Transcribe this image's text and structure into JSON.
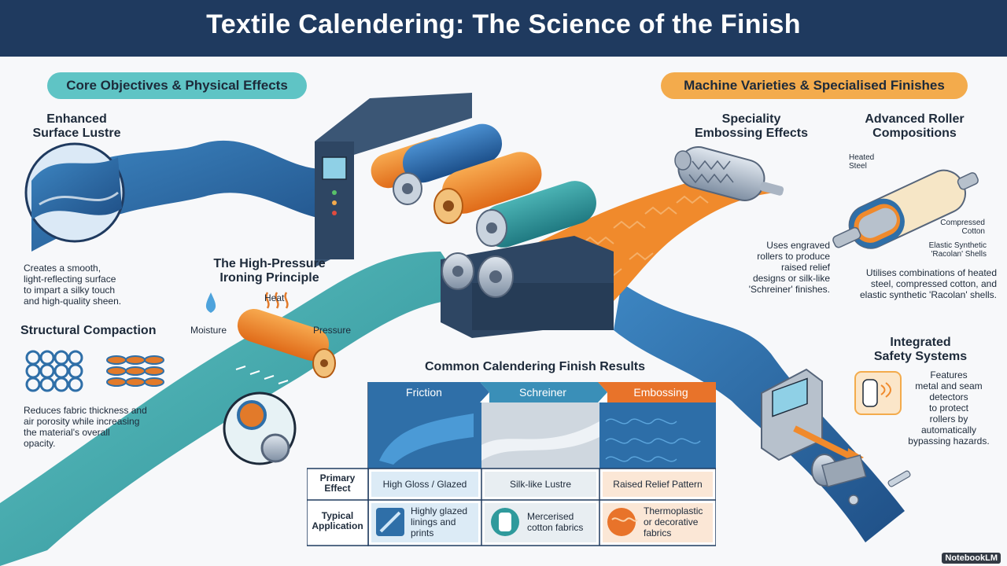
{
  "title": "Textile Calendering: The Science of the Finish",
  "left_pill": "Core Objectives & Physical Effects",
  "right_pill": "Machine Varieties & Specialised Finishes",
  "lustre": {
    "heading_l1": "Enhanced",
    "heading_l2": "Surface Lustre",
    "desc_l1": "Creates a smooth,",
    "desc_l2": "light-reflecting surface",
    "desc_l3": "to impart a silky touch",
    "desc_l4": "and high-quality sheen."
  },
  "compaction": {
    "heading": "Structural Compaction",
    "desc_l1": "Reduces fabric thickness and",
    "desc_l2": "air porosity while increasing",
    "desc_l3": "the material's overall",
    "desc_l4": "opacity."
  },
  "ironing": {
    "heading_l1": "The High-Pressure",
    "heading_l2": "Ironing Principle",
    "heat": "Heat",
    "moisture": "Moisture",
    "pressure": "Pressure"
  },
  "embossing": {
    "heading_l1": "Speciality",
    "heading_l2": "Embossing Effects",
    "desc_l1": "Uses engraved",
    "desc_l2": "rollers to produce",
    "desc_l3": "raised relief",
    "desc_l4": "designs or silk-like",
    "desc_l5": "'Schreiner' finishes."
  },
  "roller": {
    "heading_l1": "Advanced Roller",
    "heading_l2": "Compositions",
    "label_heated_l1": "Heated",
    "label_heated_l2": "Steel",
    "label_cotton_l1": "Compressed",
    "label_cotton_l2": "Cotton",
    "label_elastic_l1": "Elastic Synthetic",
    "label_elastic_l2": "'Racolan' Shells",
    "desc_l1": "Utilises combinations of heated",
    "desc_l2": "steel, compressed cotton, and",
    "desc_l3": "elastic synthetic 'Racolan' shells."
  },
  "safety": {
    "heading_l1": "Integrated",
    "heading_l2": "Safety Systems",
    "desc_l1": "Features",
    "desc_l2": "metal and seam",
    "desc_l3": "detectors",
    "desc_l4": "to protect",
    "desc_l5": "rollers by",
    "desc_l6": "automatically",
    "desc_l7": "bypassing hazards."
  },
  "table": {
    "title": "Common Calendering Finish Results",
    "tabs": [
      "Friction",
      "Schreiner",
      "Embossing"
    ],
    "row1_label_l1": "Primary",
    "row1_label_l2": "Effect",
    "row1": [
      "High Gloss / Glazed",
      "Silk-like Lustre",
      "Raised Relief Pattern"
    ],
    "row2_label_l1": "Typical",
    "row2_label_l2": "Application",
    "row2": [
      {
        "l1": "Highly glazed",
        "l2": "linings and",
        "l3": "prints"
      },
      {
        "l1": "Mercerised",
        "l2": "cotton fabrics",
        "l3": ""
      },
      {
        "l1": "Thermoplastic",
        "l2": "or decorative",
        "l3": "fabrics"
      }
    ]
  },
  "watermark": "NotebookLM",
  "colors": {
    "navy": "#1f3a5f",
    "teal": "#5fc4c5",
    "orange": "#f3ab4c",
    "fabric_blue": "#2f6fa8",
    "fabric_teal": "#3aa7a8",
    "roller_orange": "#f28a2e"
  }
}
